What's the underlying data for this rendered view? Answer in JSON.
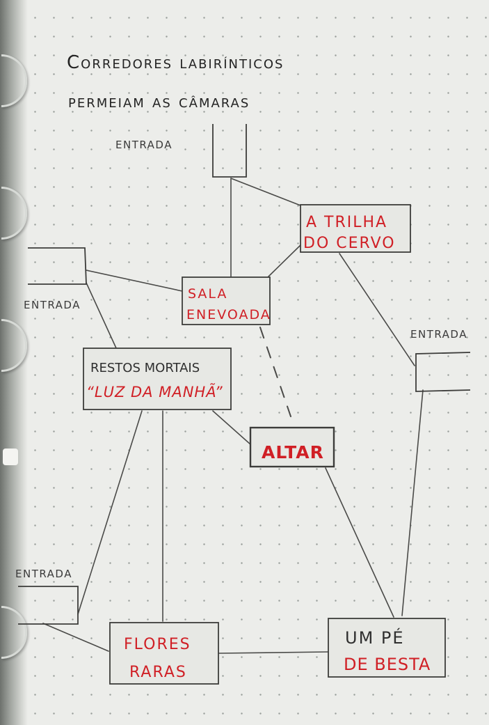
{
  "title": {
    "line1": "Corredores labirínticos",
    "line2": "permeiam as câmaras"
  },
  "colors": {
    "paper": "#ecedea",
    "ink": "#2b2b2b",
    "red_ink": "#d01f25",
    "box_fill": "#e7e8e4"
  },
  "nodes": {
    "entrada_top": {
      "label": "ENTRADA"
    },
    "entrada_left": {
      "label": "ENTRADA"
    },
    "entrada_right": {
      "label": "ENTRADA"
    },
    "entrada_bottom": {
      "label": "ENTRADA"
    },
    "trilha": {
      "line1": "A TRILHA",
      "line2": "DO CERVO"
    },
    "sala": {
      "line1": "SALA",
      "line2": "ENEVOADA"
    },
    "restos": {
      "line1": "RESTOS MORTAIS",
      "line2": "“LUZ DA MANHÃ”"
    },
    "altar": {
      "label": "ALTAR"
    },
    "flores": {
      "line1": "FLORES",
      "line2": "RARAS"
    },
    "pe": {
      "line1": "UM PÉ",
      "line2": "DE BESTA"
    }
  }
}
